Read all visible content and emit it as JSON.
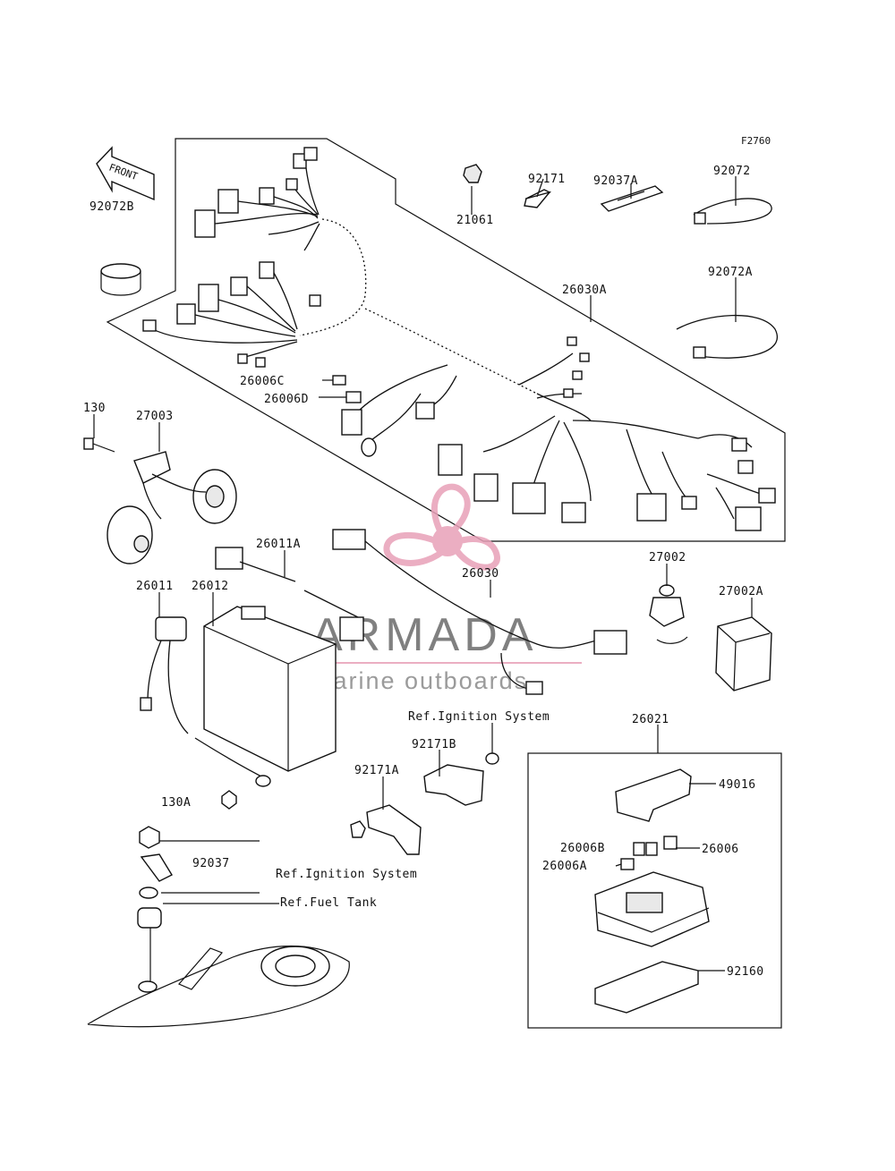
{
  "figure_code": "F2760",
  "front_label": "FRONT",
  "parts": {
    "p92072B": "92072B",
    "p21061": "21061",
    "p92171": "92171",
    "p92037A": "92037A",
    "p92072": "92072",
    "p92072A": "92072A",
    "p26030A": "26030A",
    "p26006C": "26006C",
    "p26006D": "26006D",
    "p130": "130",
    "p27003": "27003",
    "p26011A": "26011A",
    "p26011": "26011",
    "p26012": "26012",
    "p26030": "26030",
    "p27002": "27002",
    "p27002A": "27002A",
    "p26021": "26021",
    "p49016": "49016",
    "p92171B": "92171B",
    "p92171A": "92171A",
    "p130A": "130A",
    "p92037": "92037",
    "p26006B": "26006B",
    "p26006": "26006",
    "p26006A": "26006A",
    "p92160": "92160"
  },
  "references": {
    "ignition_top": "Ref.Ignition System",
    "ignition_bottom": "Ref.Ignition System",
    "fuel_tank": "Ref.Fuel Tank"
  },
  "watermark": {
    "title": "ARMADA",
    "subtitle": "marine outboards",
    "accent_color": "#e8a0b8",
    "text_color": "#6a6a6a"
  }
}
